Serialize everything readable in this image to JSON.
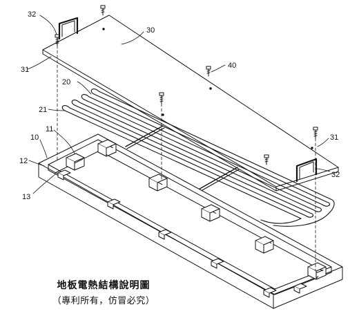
{
  "caption": {
    "title": "地板電熱結構說明圖",
    "note": "（專利所有，仿冒必究）"
  },
  "labels": {
    "r10": "10",
    "r11": "11",
    "r12": "12",
    "r13": "13",
    "r20": "20",
    "r21": "21",
    "r30": "30",
    "r31_left": "31",
    "r31_right": "31",
    "r32_left": "32",
    "r32_right": "32",
    "r40": "40"
  },
  "colors": {
    "ink": "#111111",
    "paper": "#ffffff"
  }
}
